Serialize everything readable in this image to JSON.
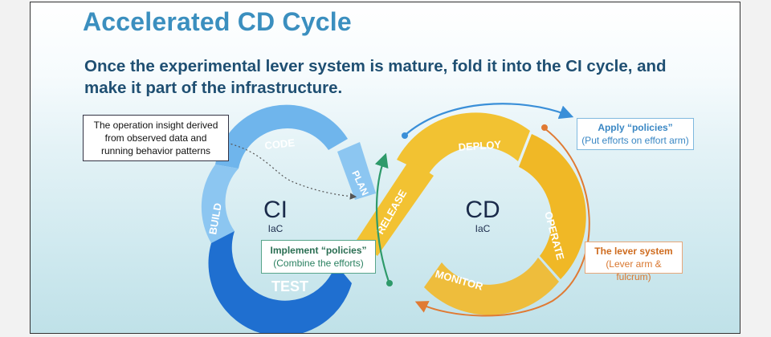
{
  "title": "Accelerated CD Cycle",
  "subtitle": "Once the experimental lever system is mature, fold it into the CI cycle, and make it part of the infrastructure.",
  "ci": {
    "label": "CI",
    "sub": "IaC"
  },
  "cd": {
    "label": "CD",
    "sub": "IaC"
  },
  "segments": {
    "code": "CODE",
    "build": "BUILD",
    "test": "TEST",
    "plan": "PLAN",
    "release": "RELEASE",
    "deploy": "DEPLOY",
    "operate": "OPERATE",
    "monitor": "MONITOR"
  },
  "notes": {
    "insight": "The operation insight derived from observed data and running behavior patterns",
    "apply_title": "Apply “policies”",
    "apply_sub": "(Put efforts on effort arm)",
    "implement_title": "Implement “policies”",
    "implement_sub": "(Combine the efforts)",
    "lever_title": "The lever system",
    "lever_sub": "(Lever arm & fulcrum)"
  },
  "colors": {
    "ci_light": "#74b8ee",
    "ci_dark": "#1f6fd0",
    "cd_yellow": "#f0be2b",
    "title": "#3b8fbf",
    "green": "#2e9a6a",
    "orange": "#e07a33",
    "blue_arrow": "#3a8fd8"
  }
}
